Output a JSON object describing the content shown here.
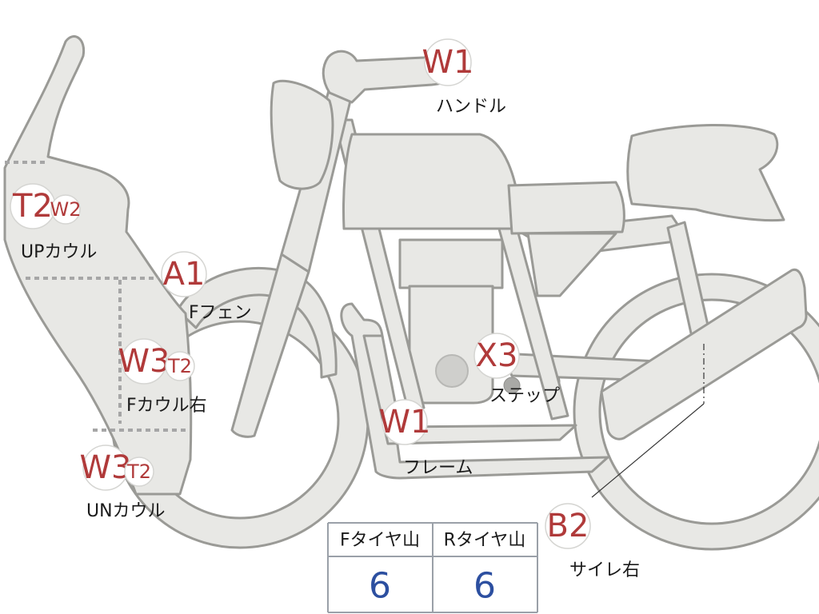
{
  "parts": [
    {
      "id": "handle",
      "codes": [
        {
          "text": "W1",
          "size": "large"
        }
      ],
      "label": "ハンドル"
    },
    {
      "id": "up-cowl",
      "codes": [
        {
          "text": "T2",
          "size": "large"
        },
        {
          "text": "W2",
          "size": "small"
        }
      ],
      "label": "UPカウル"
    },
    {
      "id": "f-fender",
      "codes": [
        {
          "text": "A1",
          "size": "large"
        }
      ],
      "label": "Fフェン"
    },
    {
      "id": "f-cowl-right",
      "codes": [
        {
          "text": "W3",
          "size": "large"
        },
        {
          "text": "T2",
          "size": "small"
        }
      ],
      "label": "Fカウル右"
    },
    {
      "id": "un-cowl",
      "codes": [
        {
          "text": "W3",
          "size": "large"
        },
        {
          "text": "T2",
          "size": "small"
        }
      ],
      "label": "UNカウル"
    },
    {
      "id": "step",
      "codes": [
        {
          "text": "X3",
          "size": "large"
        }
      ],
      "label": "ステップ"
    },
    {
      "id": "frame",
      "codes": [
        {
          "text": "W1",
          "size": "large"
        }
      ],
      "label": "フレーム"
    },
    {
      "id": "silencer-right",
      "codes": [
        {
          "text": "B2",
          "size": "large"
        }
      ],
      "label": "サイレ右"
    }
  ],
  "tire_table": {
    "headers": [
      "Fタイヤ山",
      "Rタイヤ山"
    ],
    "values": [
      "6",
      "6"
    ]
  },
  "colors": {
    "code": "#b03a3a",
    "value": "#2c4fa0",
    "part_fill": "#e8e8e5",
    "part_stroke": "#9a9a96"
  }
}
